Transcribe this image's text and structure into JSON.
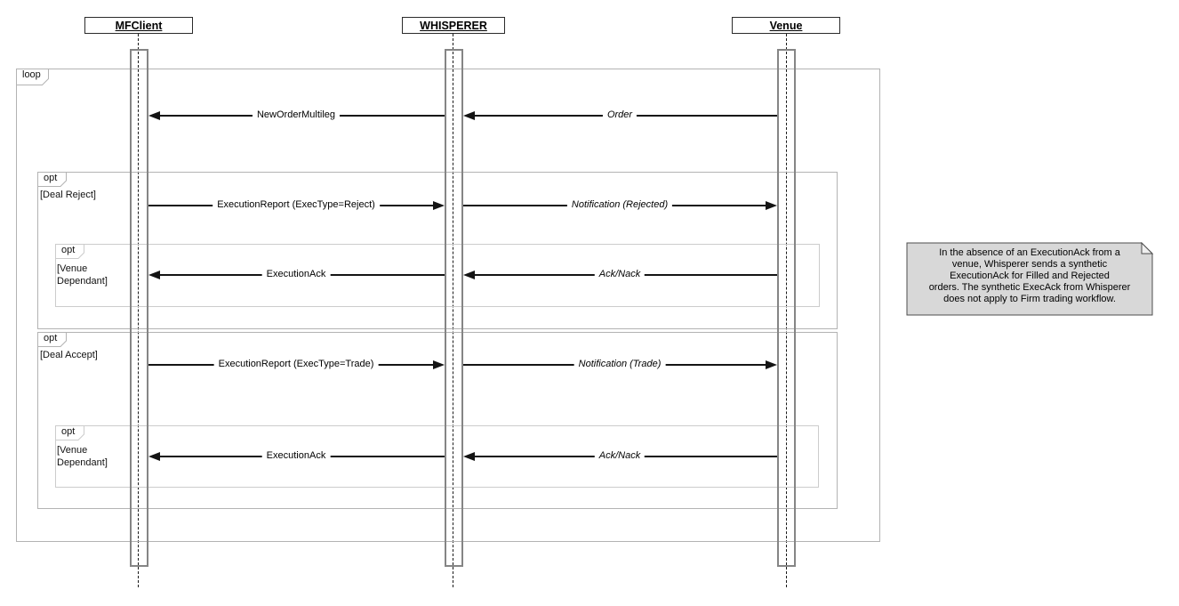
{
  "actors": [
    {
      "name": "MFClient"
    },
    {
      "name": "WHISPERER"
    },
    {
      "name": "Venue"
    }
  ],
  "frames": {
    "loop": {
      "label": "loop"
    },
    "opt_deal_reject": {
      "label": "opt",
      "guard": "[Deal Reject]"
    },
    "opt_venue_dependant_1": {
      "label": "opt",
      "guard": "[Venue\nDependant]"
    },
    "opt_deal_accept": {
      "label": "opt",
      "guard": "[Deal Accept]"
    },
    "opt_venue_dependant_2": {
      "label": "opt",
      "guard": "[Venue\nDependant]"
    }
  },
  "messages": [
    {
      "label": "NewOrderMultileg",
      "from": "WHISPERER",
      "to": "MFClient",
      "style": "plain"
    },
    {
      "label": "Order",
      "from": "Venue",
      "to": "WHISPERER",
      "style": "italic"
    },
    {
      "label": "ExecutionReport (ExecType=Reject)",
      "from": "MFClient",
      "to": "WHISPERER",
      "style": "plain"
    },
    {
      "label": "Notification (Rejected)",
      "from": "WHISPERER",
      "to": "Venue",
      "style": "italic"
    },
    {
      "label": "ExecutionAck",
      "from": "WHISPERER",
      "to": "MFClient",
      "style": "plain"
    },
    {
      "label": "Ack/Nack",
      "from": "Venue",
      "to": "WHISPERER",
      "style": "italic"
    },
    {
      "label": "ExecutionReport (ExecType=Trade)",
      "from": "MFClient",
      "to": "WHISPERER",
      "style": "plain"
    },
    {
      "label": "Notification (Trade)",
      "from": "WHISPERER",
      "to": "Venue",
      "style": "italic"
    },
    {
      "label": "ExecutionAck",
      "from": "WHISPERER",
      "to": "MFClient",
      "style": "plain"
    },
    {
      "label": "Ack/Nack",
      "from": "Venue",
      "to": "WHISPERER",
      "style": "italic"
    }
  ],
  "note": {
    "lines": [
      "In the absence of an ExecutionAck from a",
      "venue, Whisperer sends a synthetic",
      "ExecutionAck for Filled and Rejected",
      "orders. The synthetic ExecAck from Whisperer",
      "does not apply to Firm trading workflow."
    ]
  },
  "colors": {
    "note_fill": "#d8d8d8",
    "frame_border": "#b3b3b3",
    "arrow": "#141414"
  }
}
